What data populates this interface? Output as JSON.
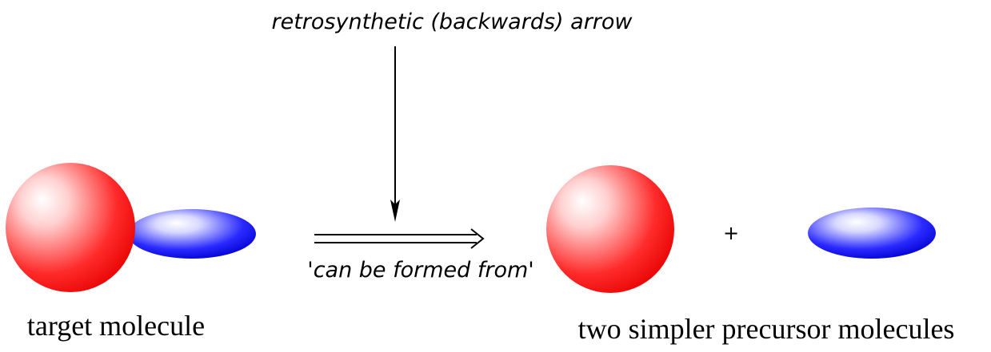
{
  "annotation": {
    "arrow_label": "retrosynthetic (backwards) arrow",
    "transform_label": "'can be formed from'"
  },
  "left": {
    "caption": "target molecule"
  },
  "right": {
    "caption": "two simpler precursor molecules",
    "operator": "+"
  },
  "colors": {
    "sphere_highlight": "#ffffff",
    "sphere_body": "#ff1a1a",
    "sphere_edge": "#e60000",
    "ellipse_highlight": "#ffffff",
    "ellipse_body": "#1a1aff",
    "ellipse_edge": "#0000cc",
    "stroke": "#000000"
  }
}
